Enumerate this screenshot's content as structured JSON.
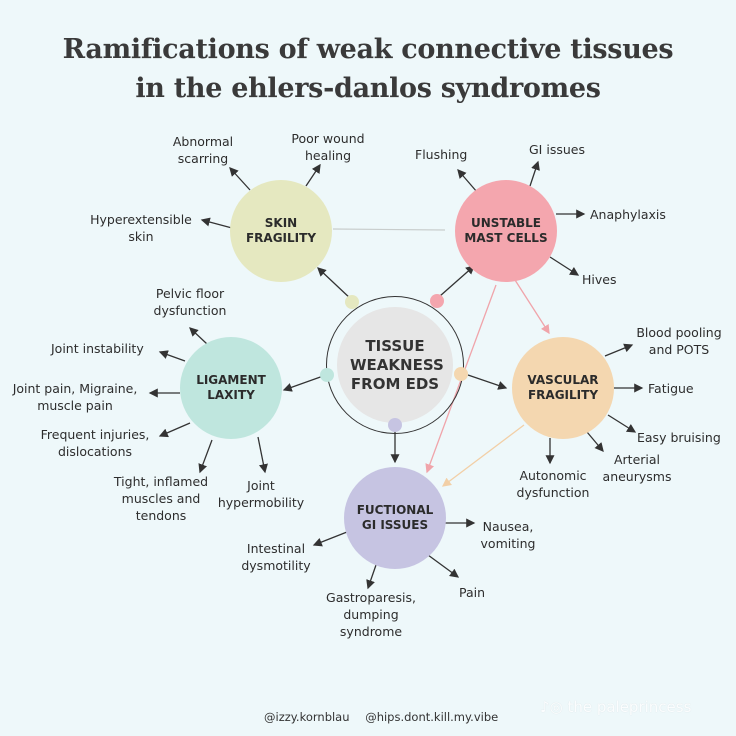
{
  "title": {
    "line1": "Ramifications of weak connective tissues",
    "line2": "in the ehlers-danlos syndromes"
  },
  "center": {
    "label": "TISSUE WEAKNESS FROM EDS",
    "color": "#e6e6e6"
  },
  "nodes": {
    "skin": {
      "label": "SKIN FRAGILITY",
      "color": "#e5e8c0",
      "items": [
        "Abnormal scarring",
        "Poor wound healing",
        "Hyperextensible skin"
      ]
    },
    "mast": {
      "label": "UNSTABLE MAST CELLS",
      "color": "#f4a6ae",
      "items": [
        "Flushing",
        "GI issues",
        "Anaphylaxis",
        "Hives"
      ]
    },
    "ligament": {
      "label": "LIGAMENT LAXITY",
      "color": "#bfe6de",
      "items": [
        "Pelvic floor dysfunction",
        "Joint instability",
        "Joint pain, Migraine, muscle pain",
        "Frequent injuries, dislocations",
        "Tight, inflamed muscles and tendons",
        "Joint hypermobility"
      ]
    },
    "vascular": {
      "label": "VASCULAR FRAGILITY",
      "color": "#f4d7b0",
      "items": [
        "Blood pooling and POTS",
        "Fatigue",
        "Easy bruising",
        "Arterial aneurysms",
        "Autonomic dysfunction"
      ]
    },
    "gi": {
      "label": "FUCTIONAL GI ISSUES",
      "color": "#c6c4e2",
      "items": [
        "Nausea, vomiting",
        "Pain",
        "Gastroparesis, dumping syndrome",
        "Intestinal dysmotility"
      ]
    }
  },
  "footer": {
    "handle1": "@izzy.kornblau",
    "handle2": "@hips.dont.kill.my.vibe"
  },
  "watermark": "the paleprincess"
}
